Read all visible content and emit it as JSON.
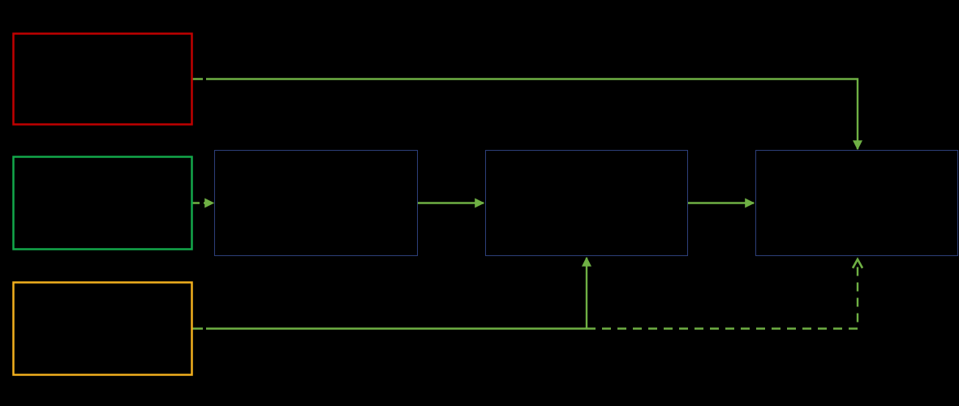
{
  "colors": {
    "background": "#000000",
    "input_red": "#c00000",
    "input_green": "#13a84a",
    "input_yellow": "#f2b01e",
    "process_border": "#2d3f7a",
    "connector": "#6fb044"
  },
  "inputs": [
    {
      "id": "input-red",
      "label": ""
    },
    {
      "id": "input-green",
      "label": ""
    },
    {
      "id": "input-yellow",
      "label": ""
    }
  ],
  "stages": [
    {
      "id": "stage-1",
      "label": ""
    },
    {
      "id": "stage-2",
      "label": ""
    },
    {
      "id": "stage-3",
      "label": ""
    }
  ],
  "connectors": [
    {
      "id": "red-to-stage-3",
      "from": "input-red",
      "to": "stage-3",
      "style": "solid"
    },
    {
      "id": "green-to-stage-1",
      "from": "input-green",
      "to": "stage-1",
      "style": "dashed"
    },
    {
      "id": "stage-1-to-stage-2",
      "from": "stage-1",
      "to": "stage-2",
      "style": "solid"
    },
    {
      "id": "stage-2-to-stage-3",
      "from": "stage-2",
      "to": "stage-3",
      "style": "solid"
    },
    {
      "id": "yellow-to-stage-2",
      "from": "input-yellow",
      "to": "stage-2",
      "style": "solid"
    },
    {
      "id": "yellow-to-stage-3",
      "from": "input-yellow",
      "to": "stage-3",
      "style": "dashed"
    }
  ]
}
